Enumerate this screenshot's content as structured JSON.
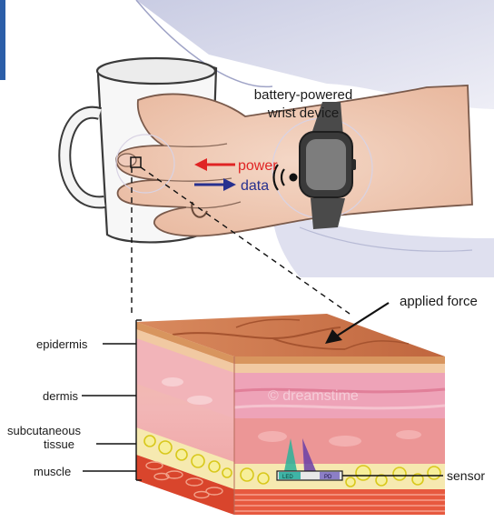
{
  "labels": {
    "device": [
      "battery-powered",
      "wrist device"
    ],
    "power": "power",
    "data": "data",
    "applied_force": "applied force",
    "epidermis": "epidermis",
    "dermis": "dermis",
    "subcutaneous": [
      "subcutaneous",
      "tissue"
    ],
    "muscle": "muscle",
    "sensor": "sensor",
    "led": "LED",
    "pd": "PD",
    "watermark": "© dreamstime"
  },
  "colors": {
    "power": "#e02424",
    "data": "#27308f",
    "text": "#1a1a1a",
    "skin_top": "#c9744a",
    "skin_mid": "#e9a6a0",
    "fat": "#f1e36a",
    "muscle": "#d7452f"
  },
  "icons": {
    "wireless": "wireless-signal-icon",
    "power_arrow": "arrow-left-icon",
    "data_arrow": "arrow-right-icon"
  }
}
